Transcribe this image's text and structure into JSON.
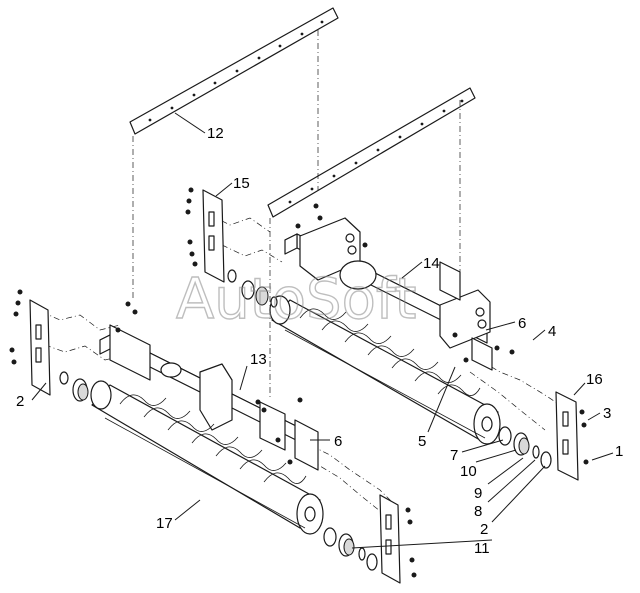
{
  "watermark": "AutoSoft",
  "callouts": [
    {
      "id": "c12",
      "label": "12"
    },
    {
      "id": "c15",
      "label": "15"
    },
    {
      "id": "c14",
      "label": "14"
    },
    {
      "id": "c6a",
      "label": "6"
    },
    {
      "id": "c4",
      "label": "4"
    },
    {
      "id": "c16",
      "label": "16"
    },
    {
      "id": "c3",
      "label": "3"
    },
    {
      "id": "c1",
      "label": "1"
    },
    {
      "id": "c2a",
      "label": "2"
    },
    {
      "id": "c13",
      "label": "13"
    },
    {
      "id": "c6b",
      "label": "6"
    },
    {
      "id": "c5",
      "label": "5"
    },
    {
      "id": "c7",
      "label": "7"
    },
    {
      "id": "c10",
      "label": "10"
    },
    {
      "id": "c9",
      "label": "9"
    },
    {
      "id": "c8",
      "label": "8"
    },
    {
      "id": "c2b",
      "label": "2"
    },
    {
      "id": "c11",
      "label": "11"
    },
    {
      "id": "c17",
      "label": "17"
    }
  ]
}
